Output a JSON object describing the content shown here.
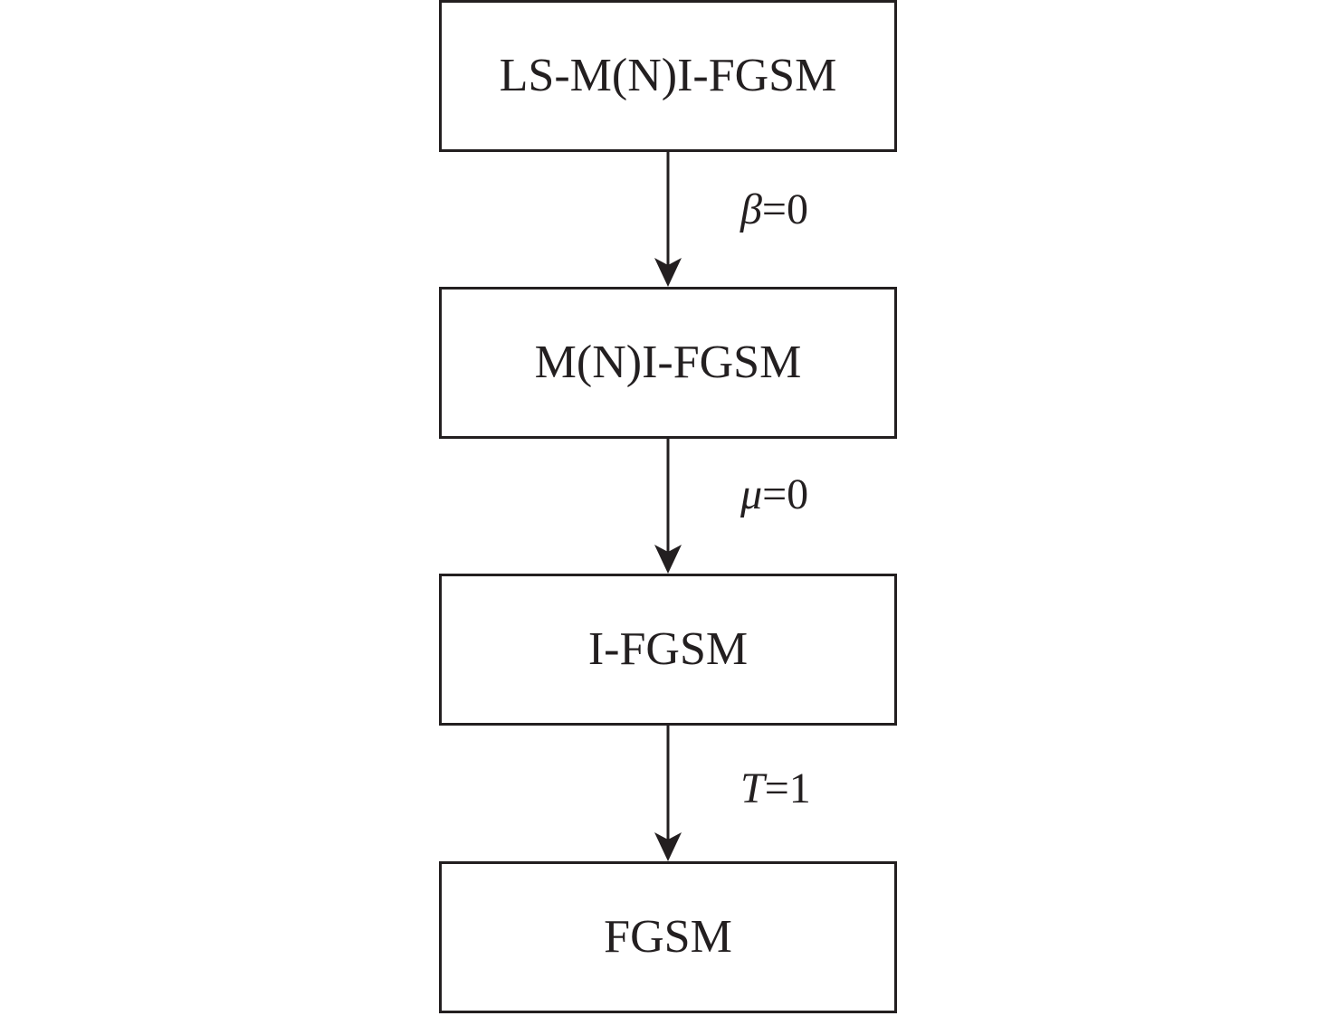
{
  "nodes": [
    {
      "label": "LS-M(N)I-FGSM"
    },
    {
      "label": "M(N)I-FGSM"
    },
    {
      "label": "I-FGSM"
    },
    {
      "label": "FGSM"
    }
  ],
  "edges": [
    {
      "variable": "β",
      "rest": "=0"
    },
    {
      "variable": "μ",
      "rest": "=0"
    },
    {
      "variable": "T",
      "rest": "=1"
    }
  ],
  "colors": {
    "stroke": "#231f20",
    "background": "#ffffff"
  }
}
